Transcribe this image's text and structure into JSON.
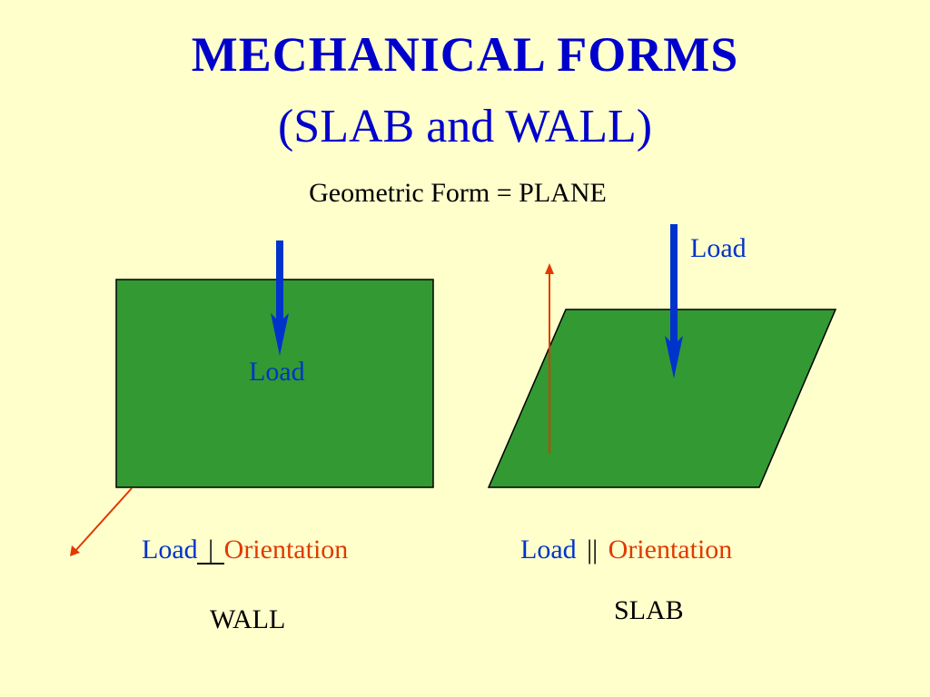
{
  "slide": {
    "title": "MECHANICAL FORMS",
    "subtitle": "(SLAB and WALL)",
    "geometric_form": "Geometric Form = PLANE"
  },
  "wall": {
    "load_label": "Load",
    "relation_load": "Load",
    "relation_symbol": "|",
    "relation_orientation": "Orientation",
    "caption": "WALL"
  },
  "slab": {
    "load_label": "Load",
    "relation_load": "Load",
    "relation_symbol": "||",
    "relation_orientation": "Orientation",
    "caption": "SLAB"
  },
  "colors": {
    "background": "#ffffcc",
    "title": "#0000cc",
    "plane_fill": "#339933",
    "load_arrow": "#0033cc",
    "orientation_arrow": "#e03a00"
  },
  "icons": {
    "load_arrow": "down-arrow-icon",
    "orientation_arrow": "orientation-arrow-icon"
  }
}
